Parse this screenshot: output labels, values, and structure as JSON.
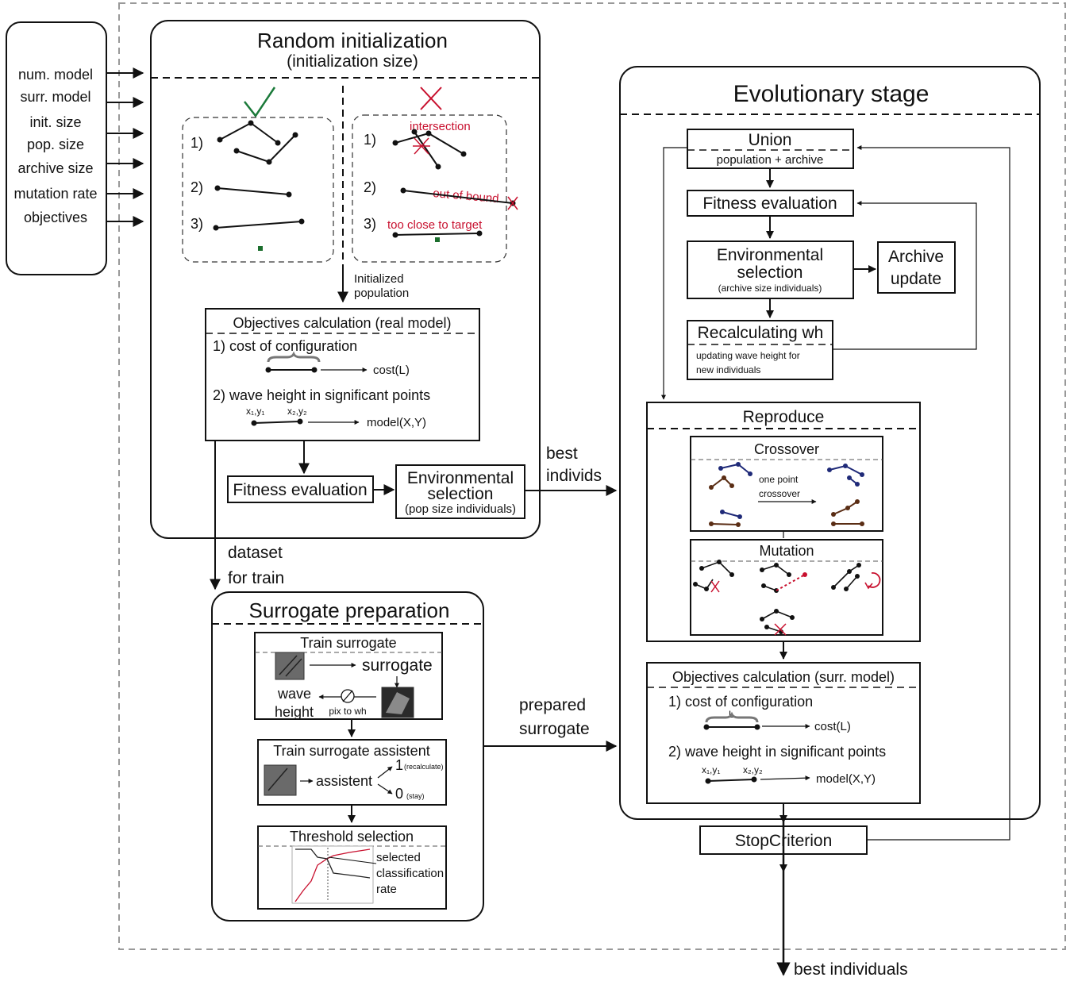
{
  "inputs": [
    "num. model",
    "surr. model",
    "init. size",
    "pop. size",
    "archive size",
    "mutation rate",
    "objectives"
  ],
  "random_init": {
    "title": "Random initialization",
    "subtitle": "(initialization size)",
    "valid_mark": "✓",
    "invalid_mark": "✕",
    "valid_items": [
      "1)",
      "2)",
      "3)"
    ],
    "invalid_items": [
      "1)",
      "2)",
      "3)"
    ],
    "intersection": "intersection",
    "out_of_bound": "out of bound",
    "too_close": "too close to target",
    "initialized_line1": "Initialized",
    "initialized_line2": "population"
  },
  "objectives_real": {
    "title": "Objectives calculation (real model)",
    "item1": "1)  cost of configuration",
    "cost": "cost(L)",
    "item2": "2)  wave height in significant points",
    "p1": "x₁,y₁",
    "p2": "x₂,y₂",
    "model": "model(X,Y)"
  },
  "fitness_eval_init": "Fitness evaluation",
  "env_sel_init": {
    "line1": "Environmental",
    "line2": "selection",
    "line3": "(pop size individuals)"
  },
  "best_individs": {
    "line1": "best",
    "line2": "individs"
  },
  "dataset_for_train": {
    "line1": "dataset",
    "line2": "for train"
  },
  "surrogate": {
    "title": "Surrogate preparation",
    "train_title": "Train surrogate",
    "surrogate_label": "surrogate",
    "wave": "wave",
    "height": "height",
    "pix_to_wh": "pix to wh",
    "assist_title": "Train surrogate assistent",
    "assistent": "assistent",
    "one": "1",
    "recalc": "(recalculate)",
    "zero": "0",
    "stay": "(stay)",
    "threshold_title": "Threshold selection",
    "sel1": "selected",
    "sel2": "classification",
    "sel3": "rate"
  },
  "prepared_surrogate": {
    "line1": "prepared",
    "line2": "surrogate"
  },
  "evolutionary": {
    "title": "Evolutionary stage",
    "union": "Union",
    "union_sub": "population + archive",
    "fitness": "Fitness evaluation",
    "env_line1": "Environmental",
    "env_line2": "selection",
    "env_line3": "(archive size individuals)",
    "archive_line1": "Archive",
    "archive_line2": "update",
    "recalc_title": "Recalculating wh",
    "recalc_sub1": "updating wave height for",
    "recalc_sub2": "new individuals",
    "reproduce": "Reproduce",
    "crossover": "Crossover",
    "one_point1": "one point",
    "one_point2": "crossover",
    "mutation": "Mutation",
    "obj_surr_title": "Objectives calculation (surr. model)",
    "item1": "1)  cost of configuration",
    "L": "L",
    "cost": "cost(L)",
    "item2": "2)  wave height in significant points",
    "p1": "x₁,y₁",
    "p2": "x₂,y₂",
    "model": "model(X,Y)",
    "stop": "StopCriterion"
  },
  "best_individuals": "best individuals",
  "colors": {
    "valid": "#1b7a3a",
    "invalid": "#c8102e",
    "navy": "#1f2a78",
    "brown": "#5a2d14",
    "target": "#1b6e2d"
  }
}
